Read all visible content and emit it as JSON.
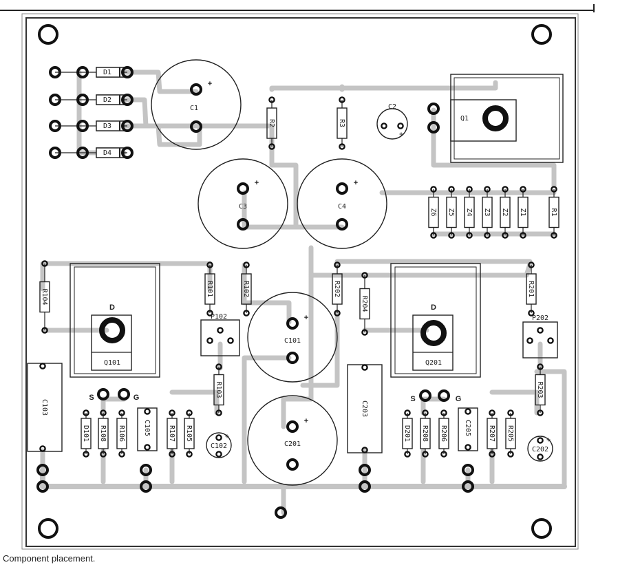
{
  "caption": "Component placement.",
  "colors": {
    "board_outline": "#333333",
    "track": "#c4c4c4",
    "pad": "#111111",
    "silk": "#222222"
  },
  "diodes": [
    "D1",
    "D2",
    "D3",
    "D4"
  ],
  "capacitors": {
    "c1": "C1",
    "c2": "C2",
    "c3": "C3",
    "c4": "C4",
    "c101": "C101",
    "c102": "C102",
    "c103": "C103",
    "c201": "C201",
    "c202": "C202",
    "c203": "C203",
    "c105": "C105",
    "c205": "C205"
  },
  "resistors": {
    "r1": "R1",
    "r2": "R2",
    "r3": "R3",
    "r101": "R101",
    "r102": "R102",
    "r103": "R103",
    "r104": "R104",
    "r105": "R105",
    "r106": "R106",
    "r107": "R107",
    "r108": "R108",
    "r201": "R201",
    "r202": "R202",
    "r203": "R203",
    "r204": "R204",
    "r205": "R205",
    "r206": "R206",
    "r207": "R207",
    "r208": "R208"
  },
  "zeners": [
    "Z6",
    "Z5",
    "Z4",
    "Z3",
    "Z2",
    "Z1"
  ],
  "transistors": {
    "q1": "Q1",
    "q101": "Q101",
    "q201": "Q201"
  },
  "pots": {
    "p102": "P102",
    "p202": "P202"
  },
  "diodes_small": {
    "d101": "D101",
    "d201": "D201"
  },
  "pins": {
    "drain": "D",
    "source": "S",
    "gate": "G"
  },
  "plus": "+"
}
